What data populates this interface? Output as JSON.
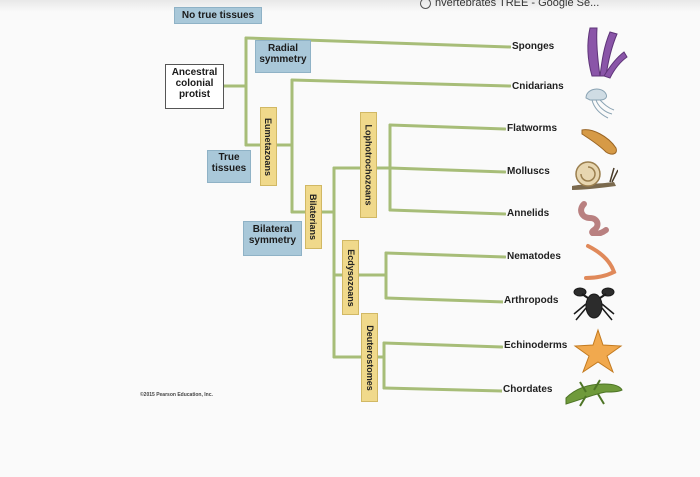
{
  "window": {
    "tab_title": "nvertebrates TREE - Google Se..."
  },
  "labels": {
    "no_true_tissues": "No true tissues",
    "ancestral_colonial_protist": [
      "Ancestral",
      "colonial",
      "protist"
    ],
    "radial_symmetry": [
      "Radial",
      "symmetry"
    ],
    "true_tissues": [
      "True",
      "tissues"
    ],
    "bilateral_symmetry": [
      "Bilateral",
      "symmetry"
    ],
    "eumetazoans": "Eumetazoans",
    "bilaterians": "Bilaterians",
    "lophotrochozoans": "Lophotrochozoans",
    "ecdysozoans": "Ecdysozoans",
    "deuterostomes": "Deuterostomes"
  },
  "taxa": [
    {
      "name": "Sponges",
      "icon": "sponge-icon"
    },
    {
      "name": "Cnidarians",
      "icon": "jellyfish-icon"
    },
    {
      "name": "Flatworms",
      "icon": "flatworm-icon"
    },
    {
      "name": "Molluscs",
      "icon": "snail-icon"
    },
    {
      "name": "Annelids",
      "icon": "earthworm-icon"
    },
    {
      "name": "Nematodes",
      "icon": "roundworm-icon"
    },
    {
      "name": "Arthropods",
      "icon": "lobster-icon"
    },
    {
      "name": "Echinoderms",
      "icon": "starfish-icon"
    },
    {
      "name": "Chordates",
      "icon": "lizard-icon"
    }
  ],
  "credit": "©2015 Pearson Education, Inc.",
  "colors": {
    "branch": "#a7bd78",
    "blue_box": "#a9c8d9",
    "clade_label": "#f0d98b"
  }
}
